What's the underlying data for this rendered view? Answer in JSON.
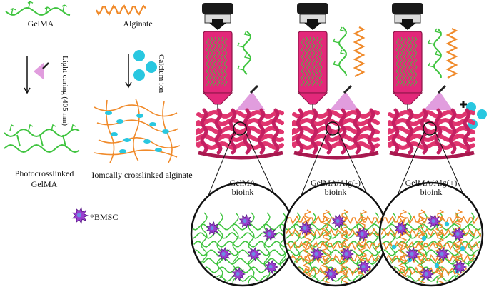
{
  "colors": {
    "gelma_green": "#3fc43f",
    "alginate_orange": "#f08a2a",
    "bioink_pink": "#e3287a",
    "scaffold_pink": "#e0356f",
    "calcium_cyan": "#29c7e0",
    "light_violet": "#d985d6",
    "cell_purple": "#9a3fd0",
    "syringe_black": "#1a1a1a"
  },
  "left_panel": {
    "gelma_label": "GelMA",
    "alginate_label": "Alginate",
    "light_curing_label": "Light curing (405 nm)",
    "calcium_label": "Calcium ion",
    "photo_gelma_label_line1": "Photocrosslinked",
    "photo_gelma_label_line2": "GelMA",
    "ionic_alginate_label": "Iomcally crosslinked alginate",
    "legend_cell_label": "*BMSC"
  },
  "panels": [
    {
      "title_line1": "GelMA",
      "title_line2": "bioink",
      "has_alginate": false,
      "has_calcium": false
    },
    {
      "title_line1": "GelMA/Alg(-)",
      "title_line2": "bioink",
      "has_alginate": true,
      "has_calcium": false
    },
    {
      "title_line1": "GelMA/Alg(+)",
      "title_line2": "bioink",
      "has_alginate": true,
      "has_calcium": true
    }
  ],
  "icons": {
    "plus": "plus-icon",
    "light": "light-lamp-icon",
    "cell": "bmsc-cell-icon",
    "calcium": "calcium-ion-icon"
  }
}
